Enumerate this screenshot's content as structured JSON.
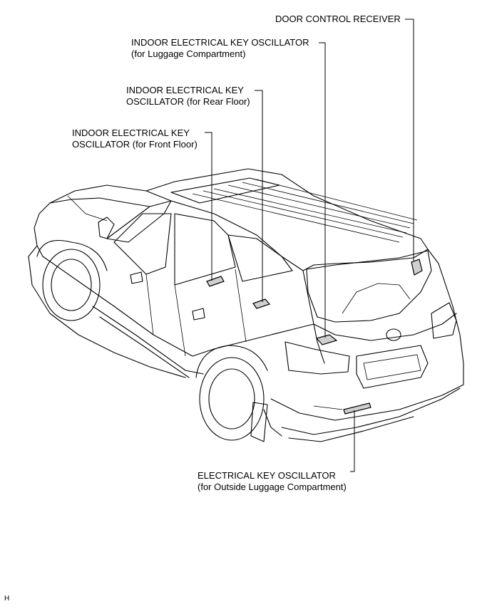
{
  "labels": {
    "door_control_receiver": "DOOR CONTROL RECEIVER",
    "luggage_osc_line1": "INDOOR ELECTRICAL KEY OSCILLATOR",
    "luggage_osc_line2": "(for Luggage Compartment)",
    "rear_floor_line1": "INDOOR ELECTRICAL KEY",
    "rear_floor_line2": "OSCILLATOR (for Rear Floor)",
    "front_floor_line1": "INDOOR ELECTRICAL KEY",
    "front_floor_line2": "OSCILLATOR (for Front Floor)",
    "outside_line1": "ELECTRICAL KEY OSCILLATOR",
    "outside_line2": "(for Outside Luggage Compartment)",
    "corner_mark": "H"
  }
}
